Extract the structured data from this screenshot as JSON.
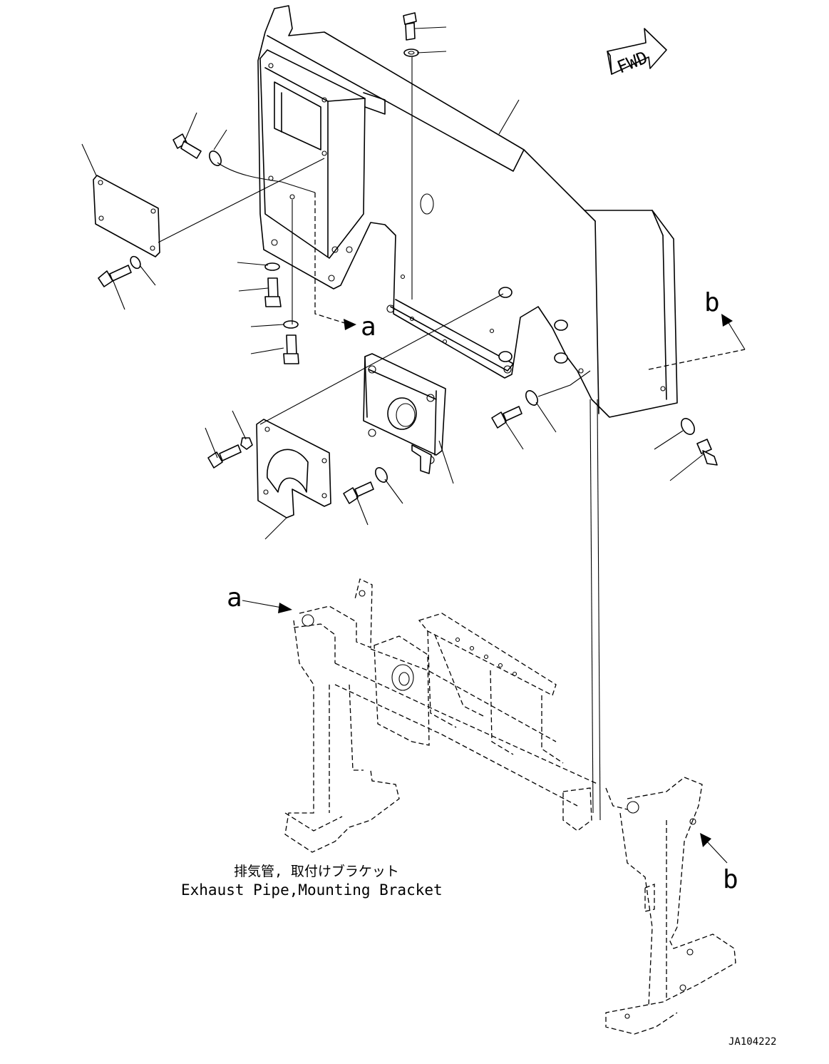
{
  "diagram": {
    "direction_badge": "FWD",
    "callouts": {
      "a_top": "a",
      "b_top": "b",
      "a_bottom": "a",
      "b_bottom": "b"
    },
    "caption": {
      "japanese": "排気管, 取付けブラケット",
      "english": "Exhaust Pipe,Mounting Bracket"
    },
    "drawing_code": "JA104222"
  }
}
